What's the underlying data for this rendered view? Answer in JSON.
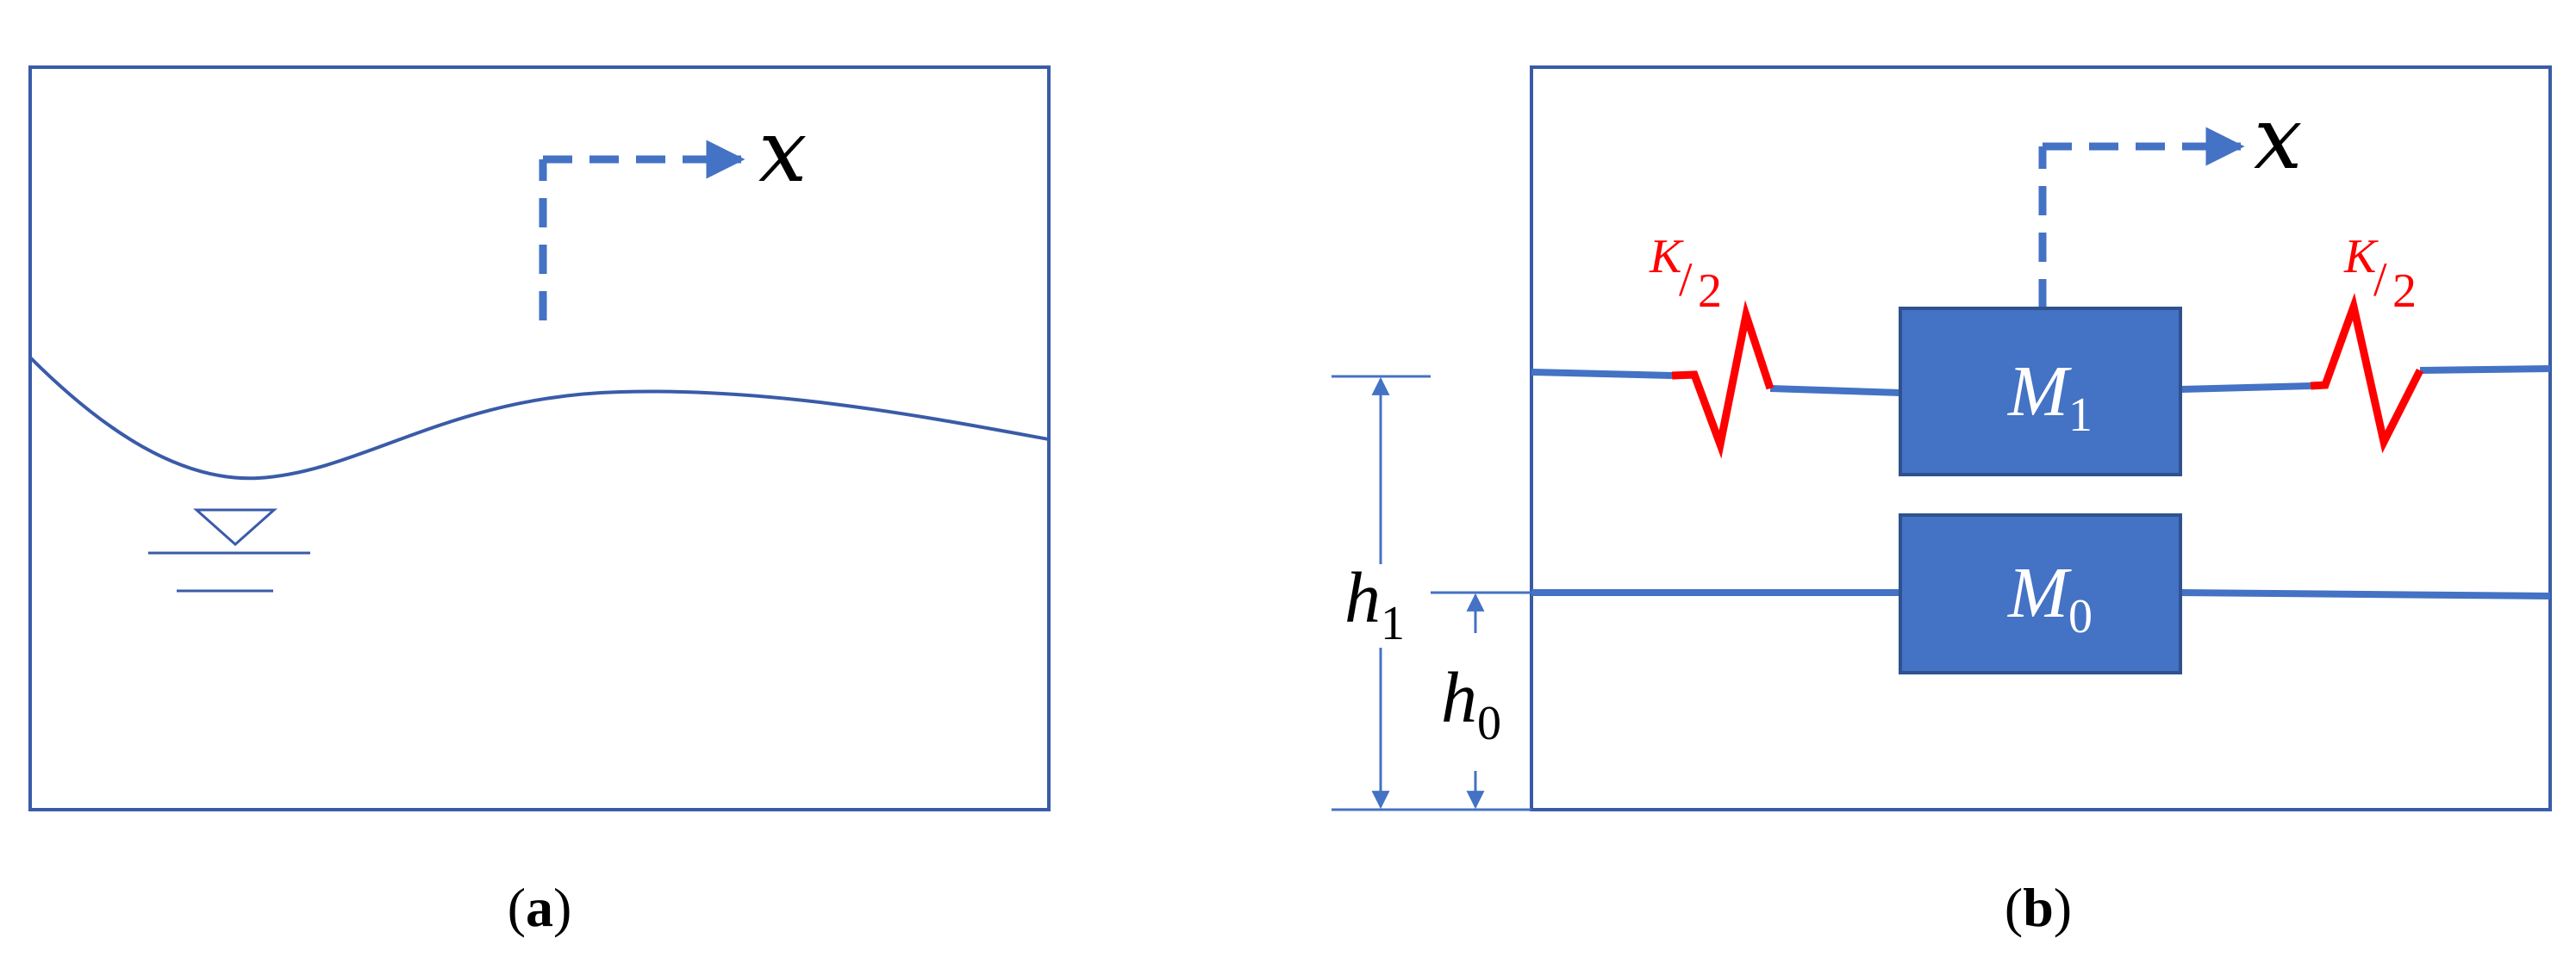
{
  "panel_a": {
    "axis_label": "x",
    "caption_open": "(",
    "caption_letter": "a",
    "caption_close": ")"
  },
  "panel_b": {
    "axis_label": "x",
    "mass_top": {
      "symbol": "M",
      "subscript": "1"
    },
    "mass_bottom": {
      "symbol": "M",
      "subscript": "0"
    },
    "spring_left": {
      "numerator": "K",
      "slash": "/",
      "denominator": "2"
    },
    "spring_right": {
      "numerator": "K",
      "slash": "/",
      "denominator": "2"
    },
    "height_top": {
      "symbol": "h",
      "subscript": "1"
    },
    "height_bottom": {
      "symbol": "h",
      "subscript": "0"
    },
    "caption_open": "(",
    "caption_letter": "b",
    "caption_close": ")"
  },
  "colors": {
    "frame": "#3a5ba8",
    "line": "#4472c4",
    "mass_fill": "#4472c4",
    "spring": "#ff0000",
    "text": "#000000"
  }
}
